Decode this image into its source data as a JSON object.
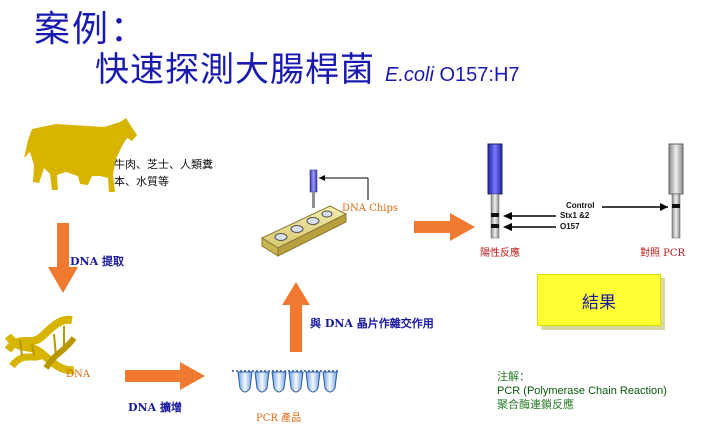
{
  "title": {
    "line1": "案例：",
    "line2": "快速探測大腸桿菌",
    "organism_italic": "E.coli",
    "strain": "O157:H7"
  },
  "labels": {
    "sample_line1": "牛肉、芝士、人類糞",
    "sample_line2": "本、水質等",
    "dna_extract": "DNA 提取",
    "dna": "DNA",
    "dna_amplify": "DNA 擴增",
    "pcr_product": "PCR  產品",
    "hybridization": "與 DNA 晶片作雜交作用",
    "dna_chips": "DNA Chips",
    "control": "Control",
    "stx": "Stx1 &2",
    "o157": "O157",
    "positive": "陽性反應",
    "control_pcr": "對照  PCR",
    "result": "結果"
  },
  "note": {
    "heading": "注解：",
    "line1": "PCR (Polymerase Chain Reaction)",
    "line2": "聚合酶連鎖反應"
  },
  "colors": {
    "title_blue": "#1a1ab0",
    "arrow_orange": "#f07a30",
    "cow_gold": "#d6b400",
    "result_yellow": "#ffff33",
    "strip_blue": "#4a4ae0",
    "note_green": "#2a7a2a"
  }
}
